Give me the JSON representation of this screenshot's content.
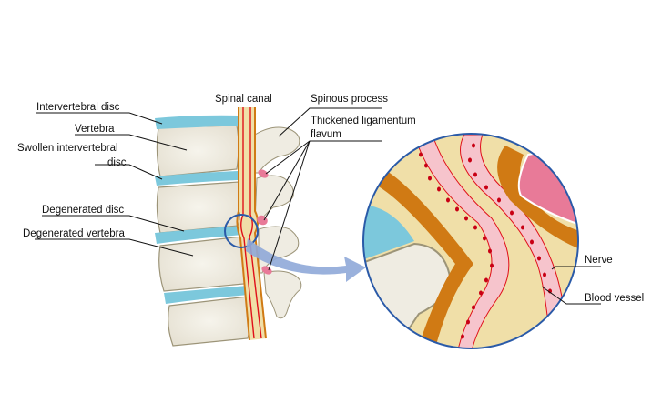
{
  "labels": {
    "intervertebral_disc": "Intervertebral disc",
    "vertebra": "Vertebra",
    "swollen_disc_line1": "Swollen intervertebral",
    "swollen_disc_line2": "disc",
    "degenerated_disc": "Degenerated disc",
    "degenerated_vertebra": "Degenerated vertebra",
    "spinal_canal": "Spinal canal",
    "spinous_process": "Spinous process",
    "ligamentum_line1": "Thickened ligamentum",
    "ligamentum_line2": "flavum",
    "nerve": "Nerve",
    "blood_vessel": "Blood vessel"
  },
  "colors": {
    "bone": "#efece2",
    "bone_outline": "#9c9478",
    "disc": "#7cc8dc",
    "canal": "#f0dfa8",
    "canal_wall": "#d07a14",
    "vessel_line": "#e0101a",
    "ligament": "#e87a98",
    "vessel_fill": "#f6c4cc",
    "dot": "#c80014",
    "circle": "#2a5aa8",
    "arrow": "#8fa8d8"
  }
}
